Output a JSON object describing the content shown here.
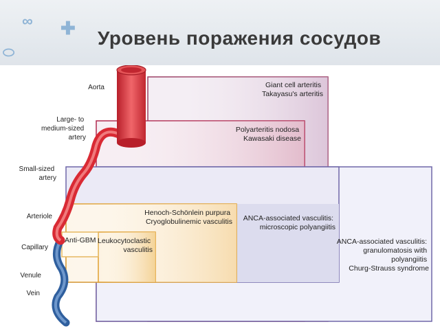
{
  "slide": {
    "title": "Уровень поражения сосудов"
  },
  "vessels": [
    {
      "label": [
        "Aorta"
      ]
    },
    {
      "label": [
        "Large- to",
        "medium-sized",
        "artery"
      ]
    },
    {
      "label": [
        "Small-sized",
        "artery"
      ]
    },
    {
      "label": [
        "Arteriole"
      ]
    },
    {
      "label": [
        "Capillary"
      ]
    },
    {
      "label": [
        "Venule"
      ]
    },
    {
      "label": [
        "Vein"
      ]
    }
  ],
  "diseases": [
    {
      "lines": [
        "Giant cell arteritis",
        "Takayasu's arteritis"
      ]
    },
    {
      "lines": [
        "Polyarteritis nodosa",
        "Kawasaki disease"
      ]
    },
    {
      "lines": [
        "ANCA-associated vasculitis:",
        "granulomatosis with",
        "polyangiitis",
        "Churg-Strauss syndrome"
      ]
    },
    {
      "lines": [
        "ANCA-associated vasculitis:",
        "microscopic polyangiitis"
      ]
    },
    {
      "lines": [
        "Henoch-Schönlein purpura",
        "Cryoglobulinemic vasculitis"
      ]
    },
    {
      "lines": [
        "Leukocytoclastic",
        "vasculitis"
      ]
    },
    {
      "lines": [
        "Anti-GBM"
      ]
    }
  ],
  "colors": {
    "artery": "#e0333a",
    "vein": "#2f5f9e",
    "large_vessel_box": "#a03a5c",
    "medium_vessel_box": "#b02a50",
    "small_vessel_box": "#7a70b0",
    "arteriole_box": "#e0a030",
    "capillary_box": "#e8c070"
  }
}
